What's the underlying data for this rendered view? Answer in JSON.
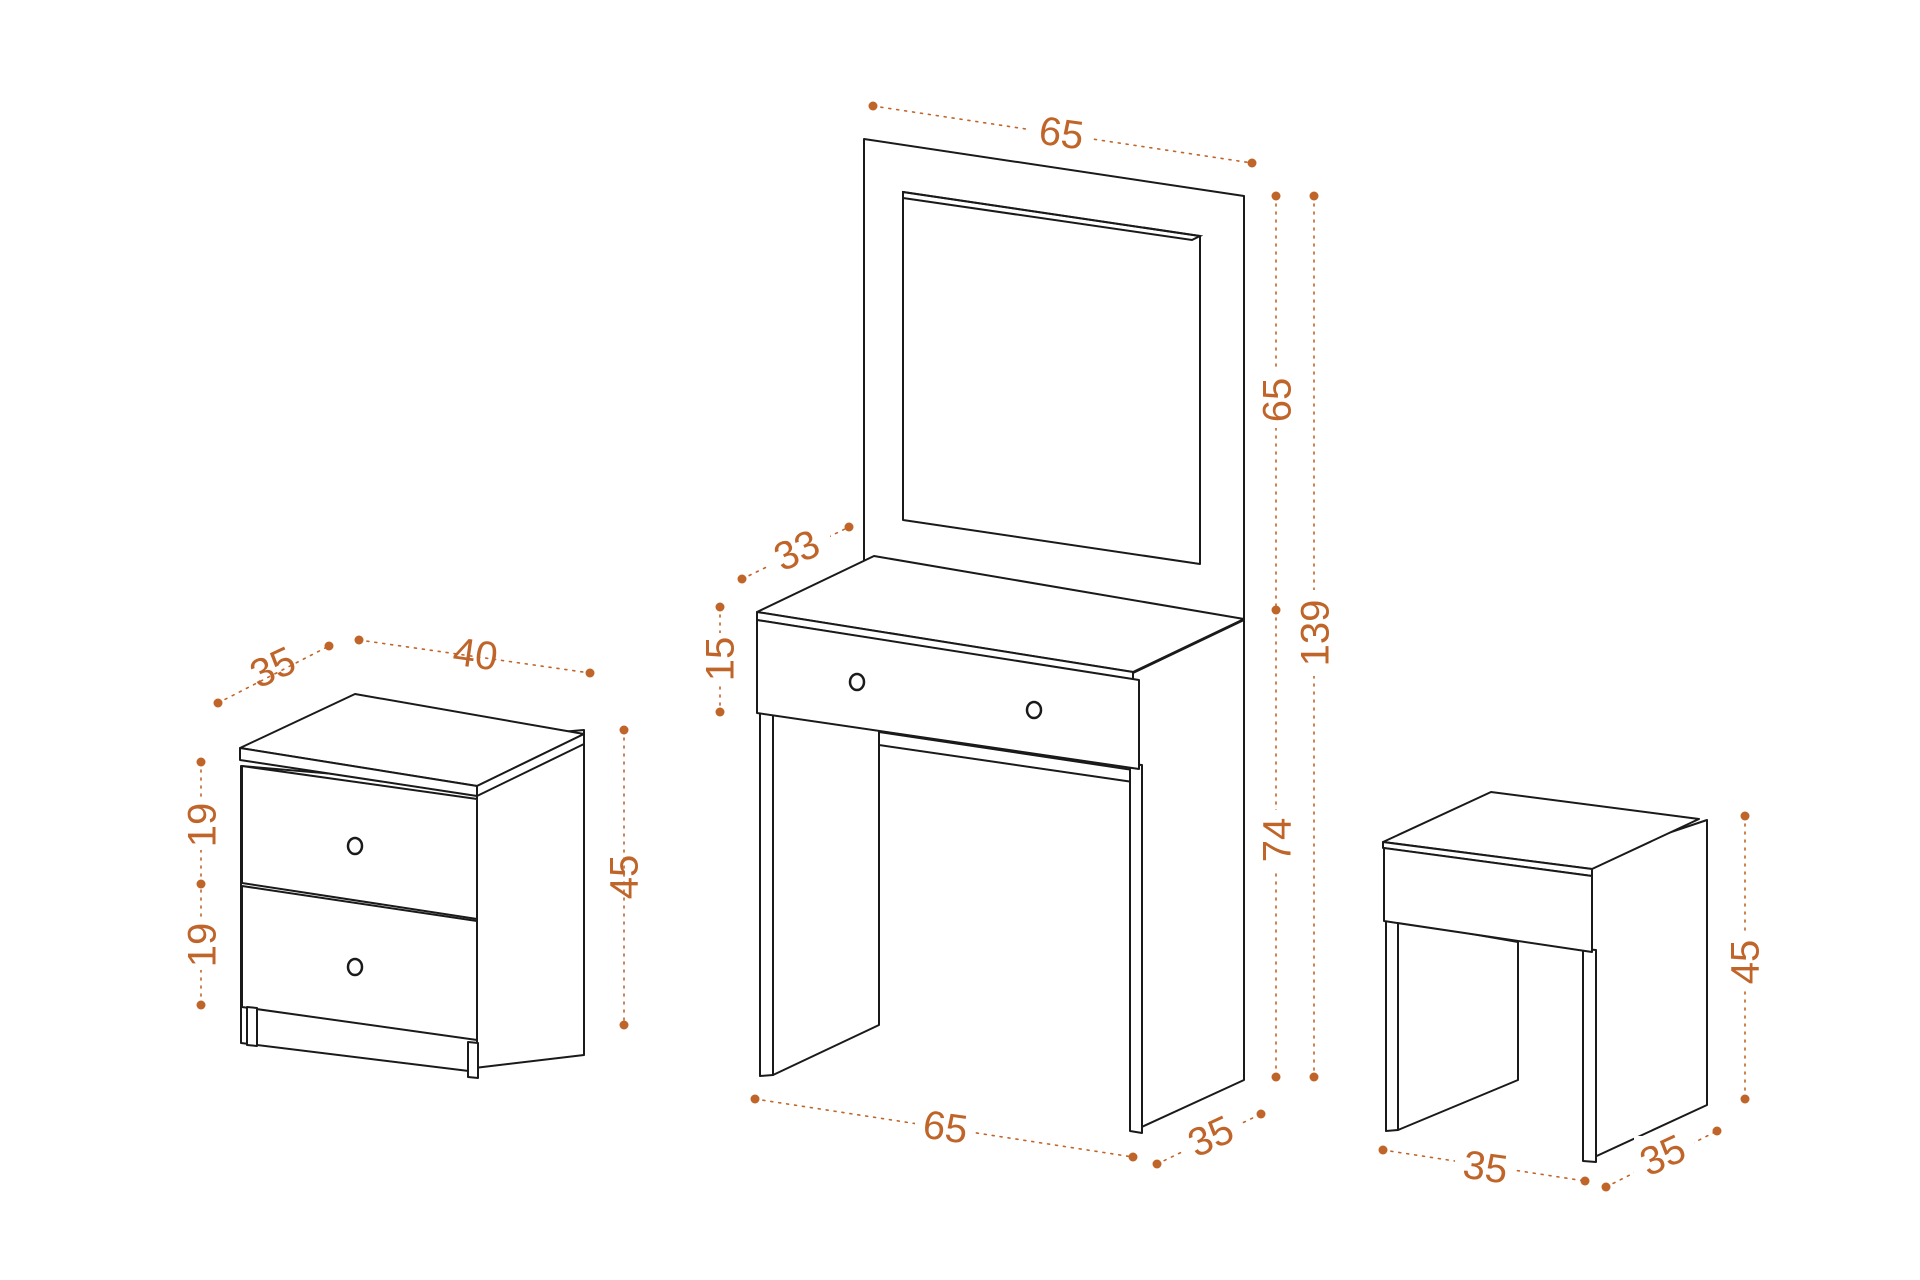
{
  "colors": {
    "dimension": "#c0652a",
    "outline": "#1a1a1a",
    "background": "#ffffff"
  },
  "nightstand": {
    "depth": "35",
    "width": "40",
    "height": "45",
    "drawer_top_height": "19",
    "drawer_bottom_height": "19"
  },
  "dressing_table": {
    "mirror_width": "65",
    "mirror_height": "65",
    "total_height": "139",
    "top_depth": "33",
    "drawer_height": "15",
    "table_height": "74",
    "width": "65",
    "depth": "35"
  },
  "stool": {
    "height": "45",
    "width": "35",
    "depth": "35"
  }
}
